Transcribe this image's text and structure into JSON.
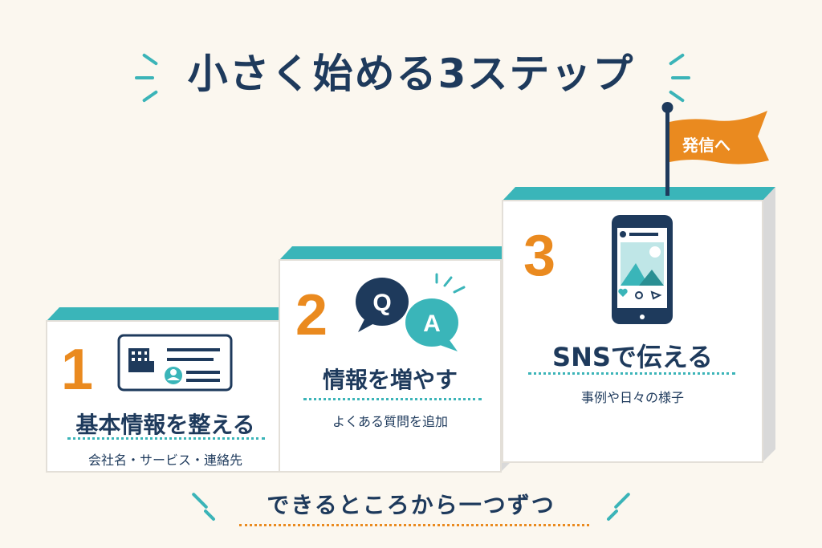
{
  "title": "小さく始める3ステップ",
  "steps": [
    {
      "number": "1",
      "heading": "基本情報を整える",
      "detail": "会社名・サービス・連絡先",
      "icon": "business-card-icon"
    },
    {
      "number": "2",
      "heading": "情報を増やす",
      "detail": "よくある質問を追加",
      "icon": "qa-bubbles-icon",
      "bubble_q": "Q",
      "bubble_a": "A"
    },
    {
      "number": "3",
      "heading": "SNSで伝える",
      "detail": "事例や日々の様子",
      "icon": "smartphone-icon"
    }
  ],
  "flag": {
    "label": "発信へ",
    "icon": "flag-icon"
  },
  "footer": "できるところから一つずつ",
  "colors": {
    "navy": "#1e3a5c",
    "teal": "#3ab5b9",
    "orange": "#ea8a1f",
    "background": "#fbf7ef"
  }
}
